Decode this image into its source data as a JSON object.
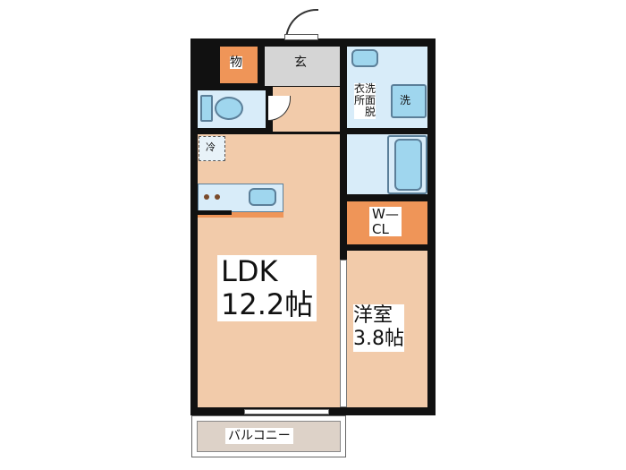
{
  "rooms": {
    "storage": "物",
    "entrance": "玄",
    "washroom": [
      "衣洗",
      "所面",
      "脱"
    ],
    "washer": "洗",
    "fridge": "冷",
    "walk_in_closet": [
      "W—",
      "CL"
    ],
    "ldk": {
      "name": "LDK",
      "size": "12.2帖"
    },
    "western_room": {
      "name": "洋室",
      "size": "3.8帖"
    },
    "balcony": "バルコニー"
  },
  "colors": {
    "floor": "#f2cbaa",
    "storage": "#ef9558",
    "wet_area": "#d8ecf9",
    "entrance": "#d5d5d5",
    "wall": "#111111"
  }
}
